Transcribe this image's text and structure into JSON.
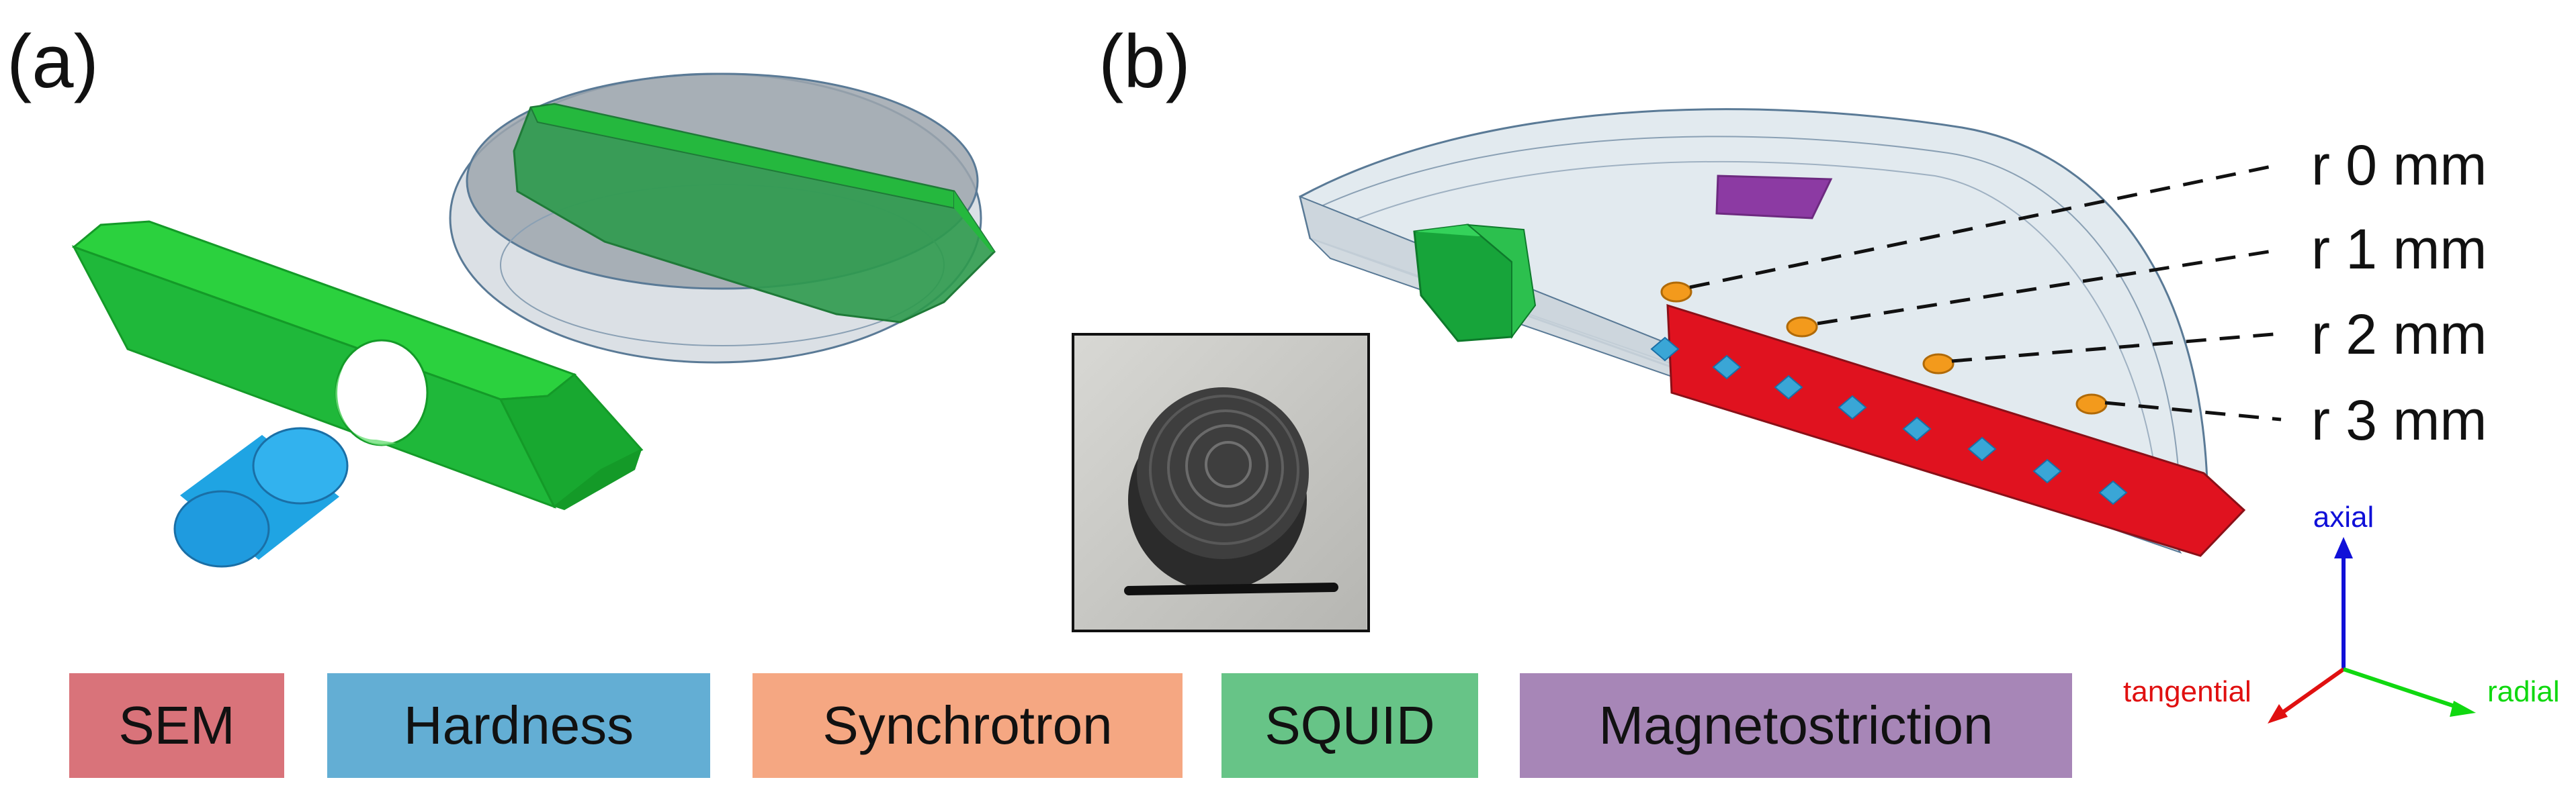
{
  "panels": {
    "a": {
      "label": "(a)"
    },
    "b": {
      "label": "(b)"
    }
  },
  "radii": [
    {
      "label": "r 0 mm"
    },
    {
      "label": "r 1 mm"
    },
    {
      "label": "r 2 mm"
    },
    {
      "label": "r 3 mm"
    }
  ],
  "axes": {
    "axial": "axial",
    "tangential": "tangential",
    "radial": "radial",
    "colors": {
      "axial": "#1010d8",
      "tangential": "#e01010",
      "radial": "#10d810"
    }
  },
  "legend": [
    {
      "label": "SEM",
      "color": "#d9737a"
    },
    {
      "label": "Hardness",
      "color": "#63aed4"
    },
    {
      "label": "Synchrotron",
      "color": "#f5a782"
    },
    {
      "label": "SQUID",
      "color": "#67c487"
    },
    {
      "label": "Magnetostriction",
      "color": "#a786b7"
    }
  ],
  "colors": {
    "green": "#1fb83a",
    "blue": "#1f9bdf",
    "red": "#e0121f",
    "orange": "#f39a1c",
    "purple": "#8c3aa3"
  }
}
